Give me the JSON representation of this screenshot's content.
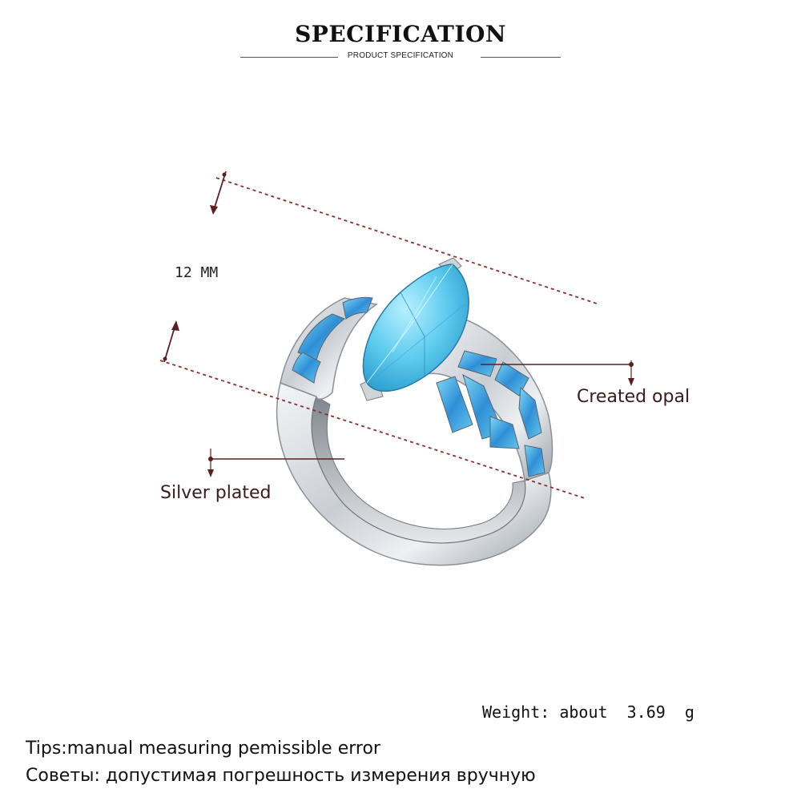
{
  "header": {
    "title": "SPECIFICATION",
    "subtitle": "PRODUCT SPECIFICATION"
  },
  "annotations": {
    "size_label": "12 MM",
    "stone_label": "Created opal",
    "metal_label": "Silver plated"
  },
  "weight": {
    "text": "Weight: about  3.69  g"
  },
  "tips": {
    "english": "Tips:manual measuring pemissible error",
    "russian": "Советы: допустимая погрешность измерения вручную"
  },
  "colors": {
    "dimension_line": "#8a3030",
    "center_stone": "#5ccbee",
    "opal_inlay": "#3b9fd9",
    "metal": "#d9dde2"
  }
}
